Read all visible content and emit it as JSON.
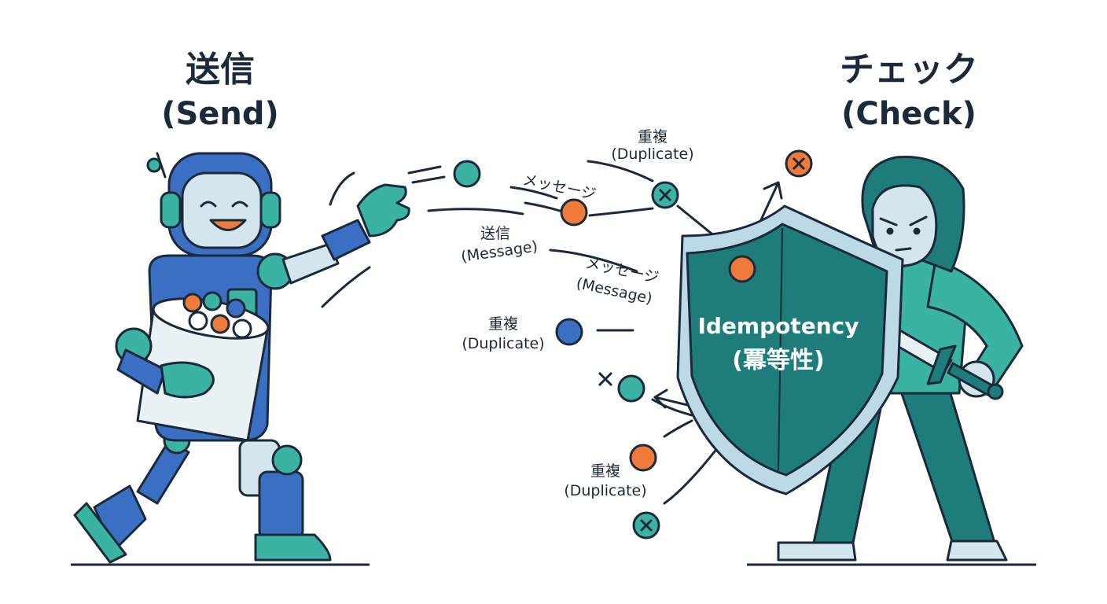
{
  "titles": {
    "send_jp": "送信",
    "send_en": "(Send)",
    "check_jp": "チェック",
    "check_en": "(Check)"
  },
  "labels": {
    "dup_top_jp": "重複",
    "dup_top_en": "(Duplicate)",
    "msg_top": "メッセージ",
    "send_msg_jp": "送信",
    "send_msg_en": "(Message)",
    "msg_mid_jp": "メッセージ",
    "msg_mid_en": "(Message)",
    "dup_mid_jp": "重複",
    "dup_mid_en": "(Duplicate)",
    "dup_bot_jp": "重複",
    "dup_bot_en": "(Duplicate)"
  },
  "shield": {
    "line1": "Idempotency",
    "line2": "(冪等性)"
  },
  "colors": {
    "ink": "#1b2a3a",
    "robot_blue": "#3b6fc4",
    "teal": "#3bb3a2",
    "dark_teal": "#1e7d7a",
    "orange": "#ef7a3a",
    "light_blue": "#d3e6f0",
    "pale": "#eaf2f6"
  }
}
